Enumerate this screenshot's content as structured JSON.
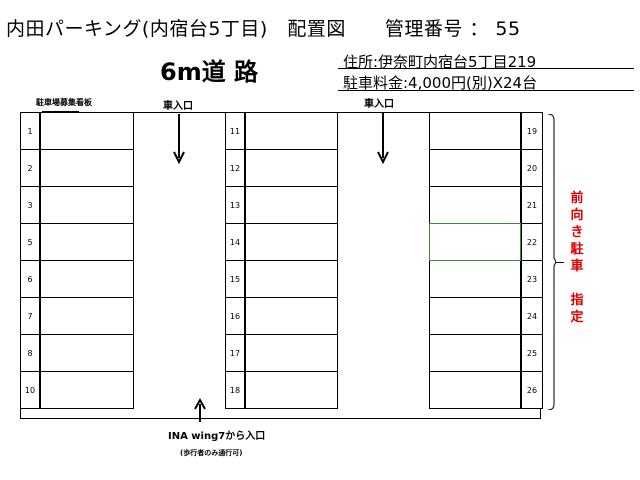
{
  "header": {
    "title": "内田パーキング(内宿台5丁目)　配置図　　管理番号 ： 55",
    "road": "6m道 路",
    "address": "住所:伊奈町内宿台5丁目219",
    "fee": "駐車料金:4,000円(別)X24台"
  },
  "lot": {
    "sign_label": "駐車場募集看板",
    "entry_left": "車入口",
    "entry_right": "車入口",
    "walk_entrance": "INA wing7から入口",
    "walk_note": "(歩行者のみ通行可)",
    "side_note": "前向き駐車　指定",
    "side_note_chars": [
      "前",
      "向",
      "き",
      "駐",
      "車",
      "",
      "指",
      "定"
    ],
    "spaces": {
      "left": [
        "1",
        "2",
        "3",
        "5",
        "6",
        "7",
        "8",
        "10"
      ],
      "middle": [
        "11",
        "12",
        "13",
        "14",
        "15",
        "16",
        "17",
        "18"
      ],
      "right": [
        "19",
        "20",
        "21",
        "22",
        "23",
        "24",
        "25",
        "26"
      ]
    },
    "highlight_space": "22",
    "highlight_color": "#3a8a3a",
    "note_color": "#e00000"
  }
}
